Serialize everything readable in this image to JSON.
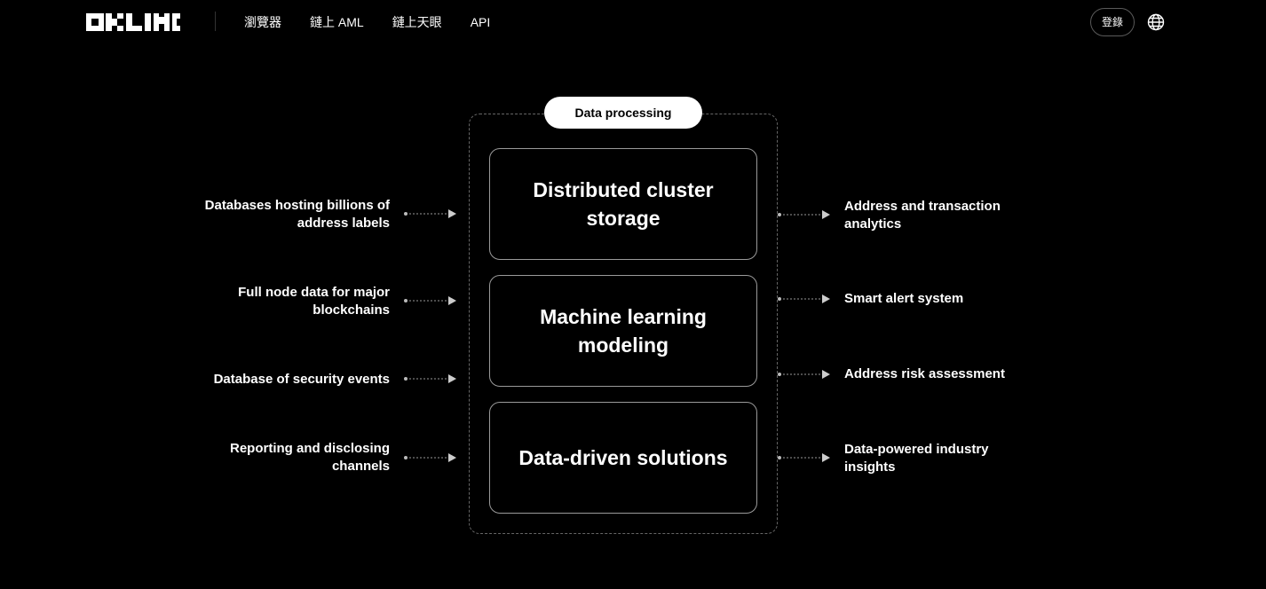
{
  "header": {
    "nav": [
      "瀏覽器",
      "鏈上 AML",
      "鏈上天眼",
      "API"
    ],
    "login_label": "登錄"
  },
  "diagram": {
    "section_label": "Data processing",
    "boxes": [
      "Distributed cluster storage",
      "Machine learning modeling",
      "Data-driven solutions"
    ],
    "inputs": [
      "Databases hosting billions of address labels",
      "Full node data for major blockchains",
      "Database of security events",
      "Reporting and disclosing channels"
    ],
    "outputs": [
      "Address and transaction analytics",
      "Smart alert system",
      "Address risk assessment",
      "Data-powered industry insights"
    ]
  },
  "icons": {
    "logo": "oklink-logo",
    "globe": "globe-icon"
  },
  "colors": {
    "background": "#000000",
    "text": "#ffffff",
    "pill_bg": "#ffffff",
    "pill_text": "#000000"
  }
}
